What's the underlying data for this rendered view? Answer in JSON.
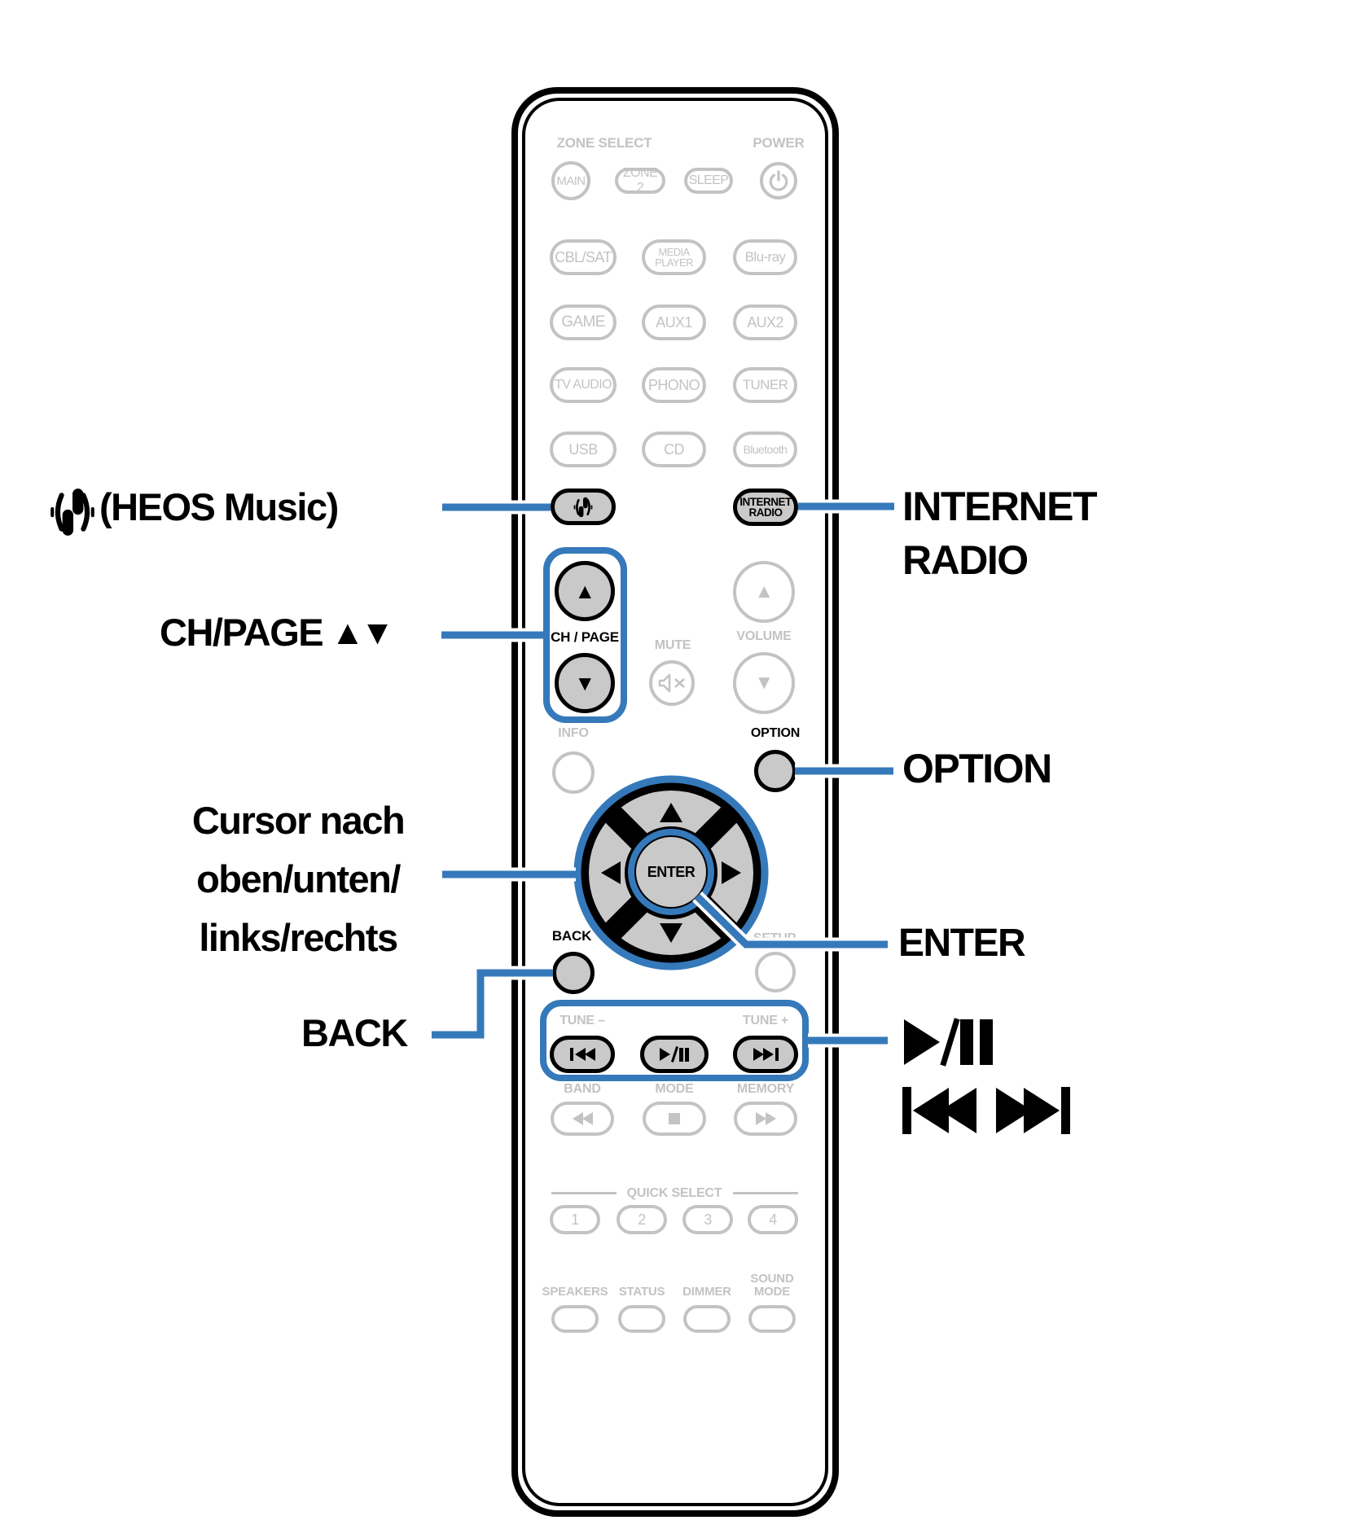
{
  "colors": {
    "accent_blue": "#3579ba",
    "active_button_fill": "#c9c9c9",
    "inactive_gray": "#c3c3c3",
    "ink": "#000000"
  },
  "callouts": {
    "left": {
      "heos": {
        "icon": "heos-logo",
        "label": "(HEOS Music)"
      },
      "ch_page": {
        "label": "CH/PAGE",
        "glyphs": "▲▼"
      },
      "cursor": {
        "label": "Cursor nach\noben/unten/\nlinks/rechts"
      },
      "back": {
        "label": "BACK"
      }
    },
    "right": {
      "internet_radio": {
        "label": "INTERNET\nRADIO"
      },
      "option": {
        "label": "OPTION"
      },
      "enter": {
        "label": "ENTER"
      },
      "play_pause": {
        "label": "►/❚❚"
      },
      "skip": {
        "label": "❘◄◄ ►►❘"
      }
    }
  },
  "remote": {
    "zone_select_label": "ZONE SELECT",
    "power_label": "POWER",
    "zone_buttons": [
      "MAIN",
      "ZONE 2",
      "SLEEP"
    ],
    "source_rows": [
      [
        "CBL/SAT",
        "MEDIA\nPLAYER",
        "Blu-ray"
      ],
      [
        "GAME",
        "AUX1",
        "AUX2"
      ],
      [
        "TV AUDIO",
        "PHONO",
        "TUNER"
      ],
      [
        "USB",
        "CD",
        "Bluetooth"
      ]
    ],
    "internet_radio_button": "INTERNET\nRADIO",
    "ch_page": {
      "label": "CH / PAGE",
      "up": "▲",
      "down": "▼"
    },
    "mute_label": "MUTE",
    "volume": {
      "label": "VOLUME",
      "up": "▲",
      "down": "▼"
    },
    "info_label": "INFO",
    "option_label": "OPTION",
    "enter_label": "ENTER",
    "back_label": "BACK",
    "setup_label": "SETUP",
    "tune": {
      "minus": "TUNE –",
      "plus": "TUNE +"
    },
    "band_label": "BAND",
    "mode_label": "MODE",
    "memory_label": "MEMORY",
    "quick_select_label": "QUICK SELECT",
    "quick_buttons": [
      "1",
      "2",
      "3",
      "4"
    ],
    "bottom_labels": [
      "SPEAKERS",
      "STATUS",
      "DIMMER",
      "SOUND\nMODE"
    ]
  }
}
